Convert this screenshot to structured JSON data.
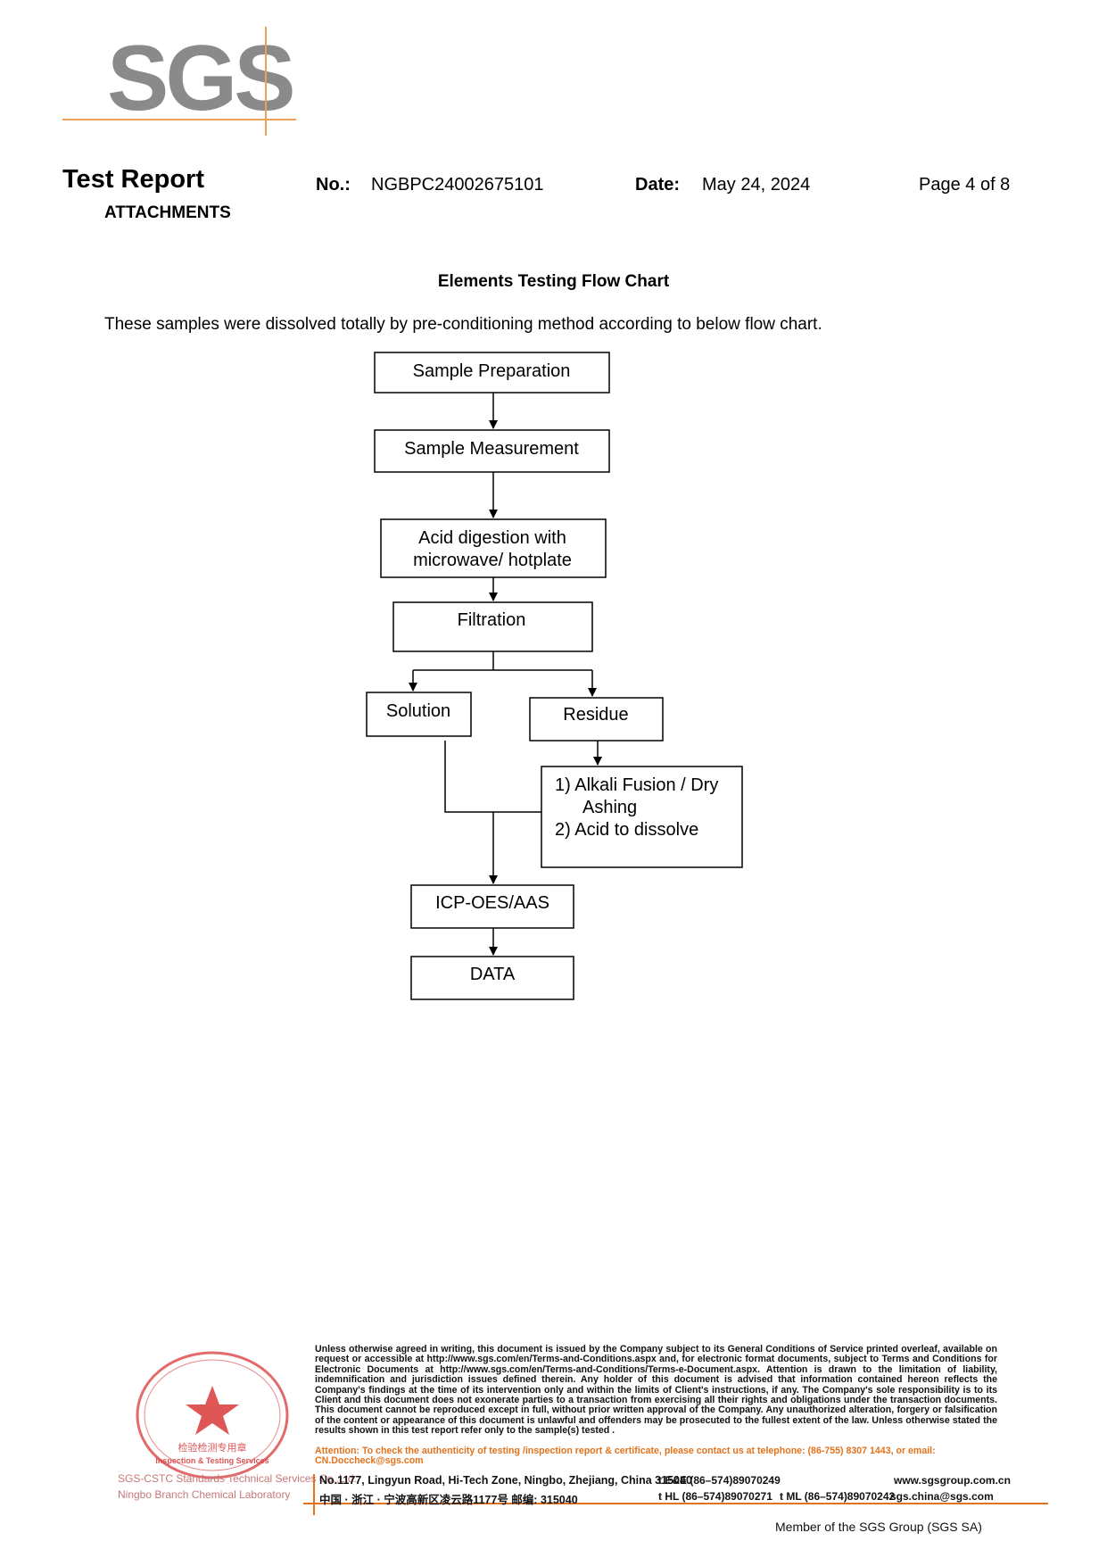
{
  "logo": {
    "text": "SGS"
  },
  "header": {
    "title": "Test Report",
    "section": "ATTACHMENTS",
    "no_label": "No.:",
    "no_value": "NGBPC24002675101",
    "date_label": "Date:",
    "date_value": "May 24, 2024",
    "page": "Page 4 of 8"
  },
  "body": {
    "chart_title": "Elements Testing Flow Chart",
    "intro": "These samples were dissolved totally by pre-conditioning method according to below flow chart."
  },
  "flowchart": {
    "nodes": {
      "sample_preparation": "Sample Preparation",
      "sample_measurement": "Sample Measurement",
      "acid_digestion_line1": "Acid digestion with",
      "acid_digestion_line2": "microwave/ hotplate",
      "filtration": "Filtration",
      "solution": "Solution",
      "residue": "Residue",
      "alkali_line1": "1) Alkali Fusion / Dry",
      "alkali_line2": "Ashing",
      "alkali_line3": "2) Acid to dissolve",
      "icp": "ICP-OES/AAS",
      "data": "DATA"
    }
  },
  "footer": {
    "seal": {
      "label_line1": "SGS-CSTC Standards Technical Services Co.,Ltd.",
      "label_line2": "Ningbo Branch Chemical Laboratory",
      "inner_text": "检验检测专用章",
      "inner_text_en": "Inspection & Testing Services"
    },
    "disclaimer": "Unless otherwise agreed in writing, this document is issued by the Company subject to its General Conditions of Service printed overleaf, available on request or accessible at http://www.sgs.com/en/Terms-and-Conditions.aspx and, for electronic format documents, subject to Terms and Conditions for Electronic Documents at http://www.sgs.com/en/Terms-and-Conditions/Terms-e-Document.aspx. Attention is drawn to the limitation of liability, indemnification and jurisdiction issues defined therein. Any holder of this document is advised that information contained hereon reflects the Company's findings at the time of its intervention only and within the limits of Client's instructions, if any. The Company's sole responsibility is to its Client and this document does not exonerate parties to a transaction from exercising all their rights and obligations under the transaction documents. This document cannot be reproduced except in full, without prior written approval of the Company. Any unauthorized alteration, forgery or falsification of the content or appearance of this document is unlawful and offenders may be prosecuted to the fullest extent of the law. Unless otherwise stated the results shown in this test report refer only to the sample(s) tested .",
    "attention": "Attention: To check the authenticity of testing /inspection report & certificate, please contact us at telephone: (86-755) 8307 1443, or email: CN.Doccheck@sgs.com",
    "address_en": "No.1177, Lingyun Road, Hi-Tech Zone, Ningbo, Zhejiang, China 315040",
    "address_cn": "中国 · 浙江 · 宁波高新区凌云路1177号      邮编: 315040",
    "tel_en": "t E&E (86–574)89070249",
    "tel_hl": "t HL  (86–574)89070271",
    "fax_ml": "t ML  (86–574)89070242",
    "website": "www.sgsgroup.com.cn",
    "email": "sgs.china@sgs.com",
    "member": "Member of the SGS Group (SGS SA)"
  },
  "colors": {
    "logo_grey": "#8a8a8a",
    "accent_orange": "#e2721c",
    "seal_red": "#d9383a"
  }
}
